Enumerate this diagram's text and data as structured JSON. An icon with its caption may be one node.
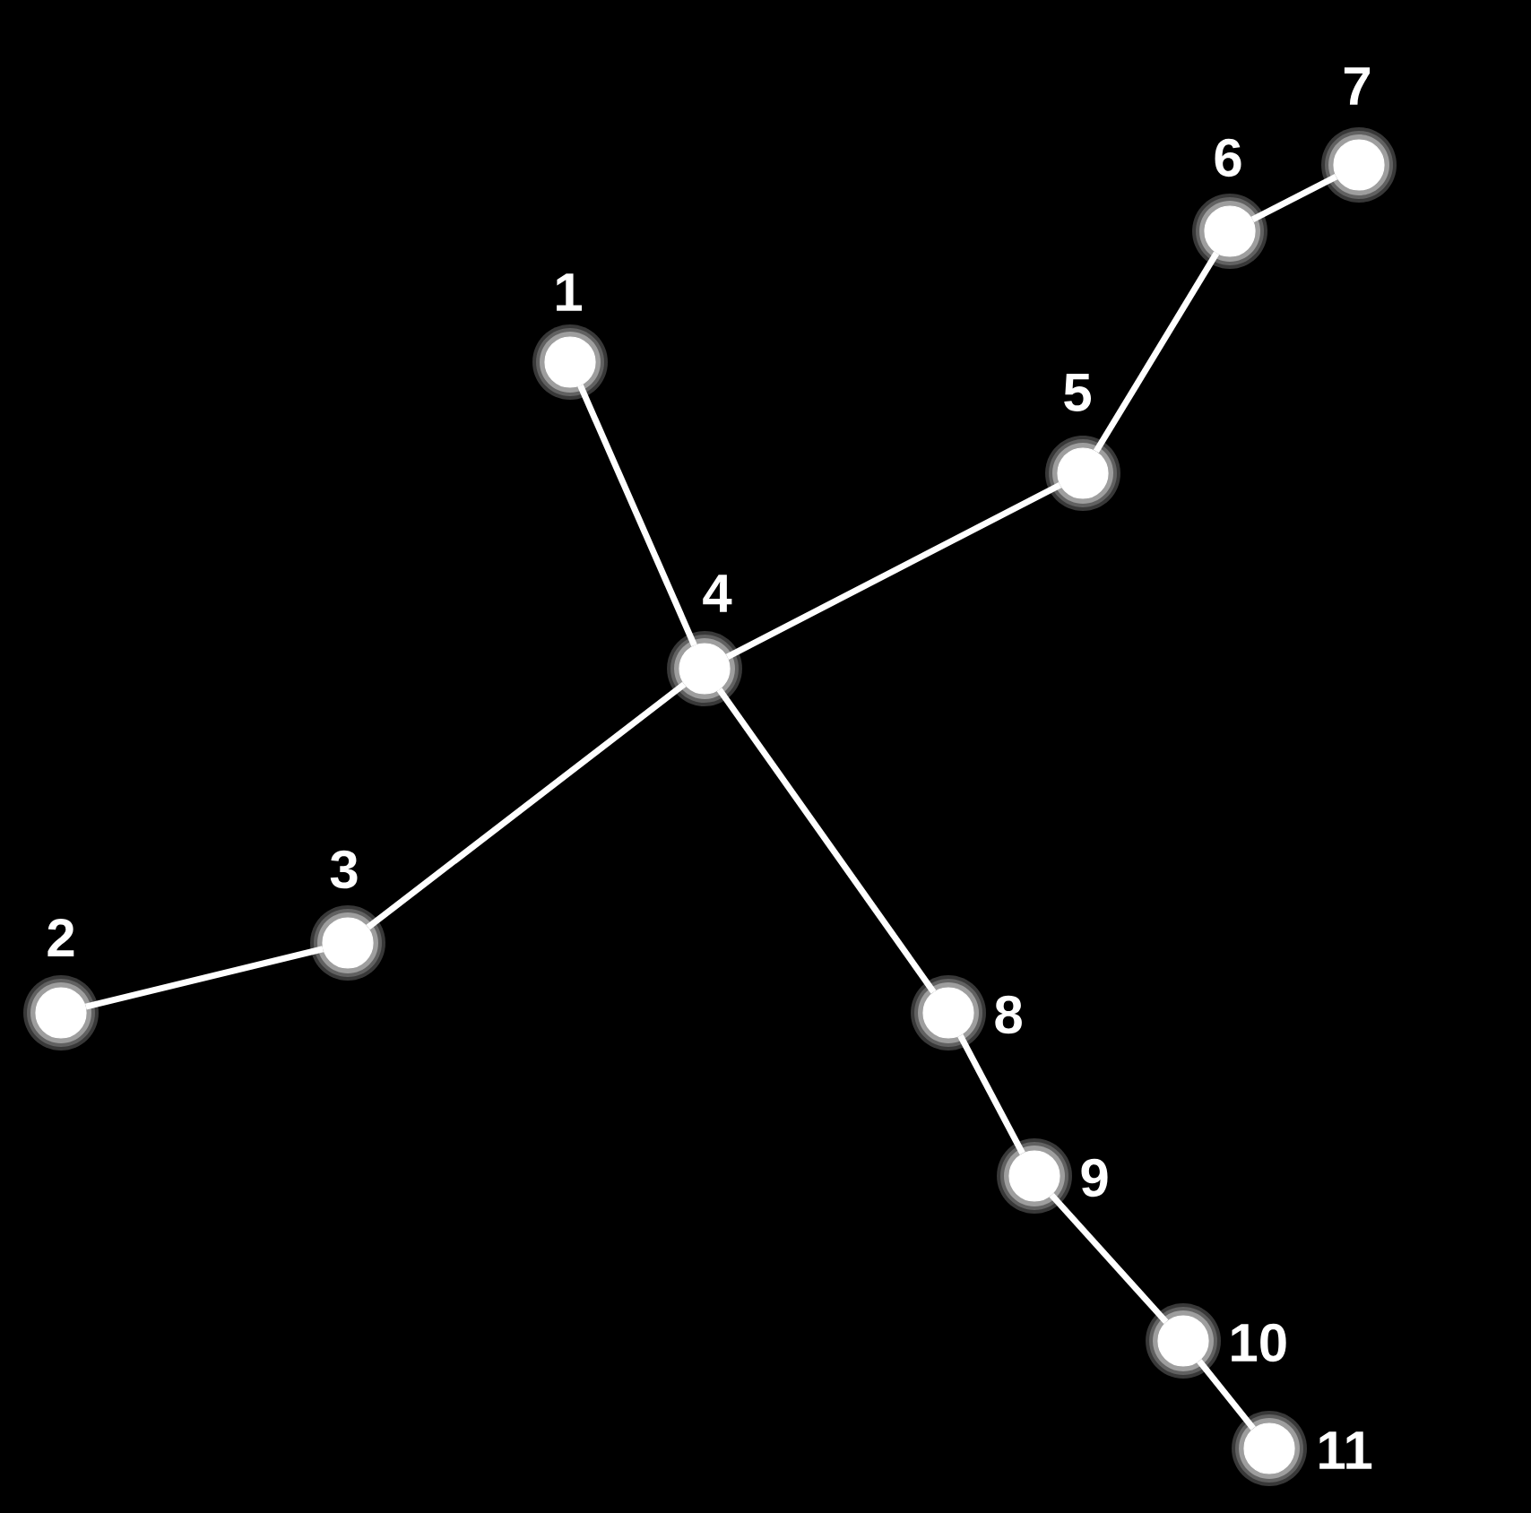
{
  "diagram": {
    "nodes": [
      {
        "text": [],
        "shape": "circle",
        "beside": [
          "1"
        ]
      },
      {
        "text": [],
        "shape": "circle",
        "beside": [
          "2"
        ]
      },
      {
        "text": [],
        "shape": "circle",
        "beside": [
          "3"
        ]
      },
      {
        "text": [],
        "shape": "circle",
        "beside": [
          "4"
        ]
      },
      {
        "text": [],
        "shape": "circle",
        "beside": [
          "5"
        ]
      },
      {
        "text": [],
        "shape": "circle",
        "beside": [
          "6"
        ]
      },
      {
        "text": [],
        "shape": "circle",
        "beside": [
          "7"
        ]
      },
      {
        "text": [],
        "shape": "circle",
        "beside": [
          "8"
        ]
      },
      {
        "text": [],
        "shape": "circle",
        "beside": [
          "9"
        ]
      },
      {
        "text": [],
        "shape": "circle",
        "beside": [
          "10"
        ]
      },
      {
        "text": [],
        "shape": "circle",
        "beside": [
          "11"
        ]
      }
    ],
    "edges": [
      {
        "from": 0,
        "to": 3,
        "arrow": "none"
      },
      {
        "from": 3,
        "to": 4,
        "arrow": "none"
      },
      {
        "from": 4,
        "to": 5,
        "arrow": "none"
      },
      {
        "from": 5,
        "to": 6,
        "arrow": "none"
      },
      {
        "from": 2,
        "to": 3,
        "arrow": "none"
      },
      {
        "from": 1,
        "to": 2,
        "arrow": "none"
      },
      {
        "from": 3,
        "to": 7,
        "arrow": "none"
      },
      {
        "from": 7,
        "to": 8,
        "arrow": "none"
      },
      {
        "from": 8,
        "to": 9,
        "arrow": "none"
      },
      {
        "from": 9,
        "to": 10,
        "arrow": "none"
      }
    ]
  }
}
